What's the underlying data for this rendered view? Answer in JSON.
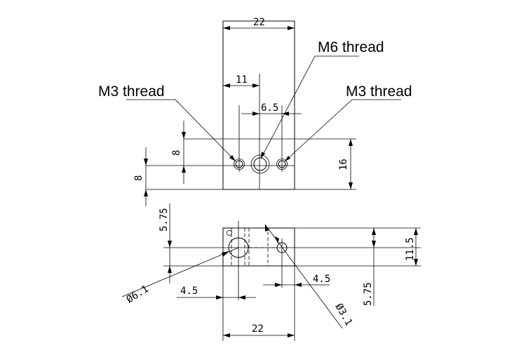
{
  "callouts": {
    "m3_left": "M3 thread",
    "m6": "M6 thread",
    "m3_right": "M3 thread"
  },
  "dimensions": {
    "top_width": "22",
    "top_offset": "11",
    "top_spacing": "6.5",
    "top_inner_height": "8",
    "top_outer_height": "8",
    "top_height": "16",
    "bottom_left_height": "5.75",
    "bottom_right_height": "11.5",
    "bottom_right_lower": "5.75",
    "bottom_left_width": "4.5",
    "bottom_right_width": "4.5",
    "bottom_width": "22",
    "diameter_large": "Ø6.1",
    "diameter_small": "Ø3.1"
  }
}
